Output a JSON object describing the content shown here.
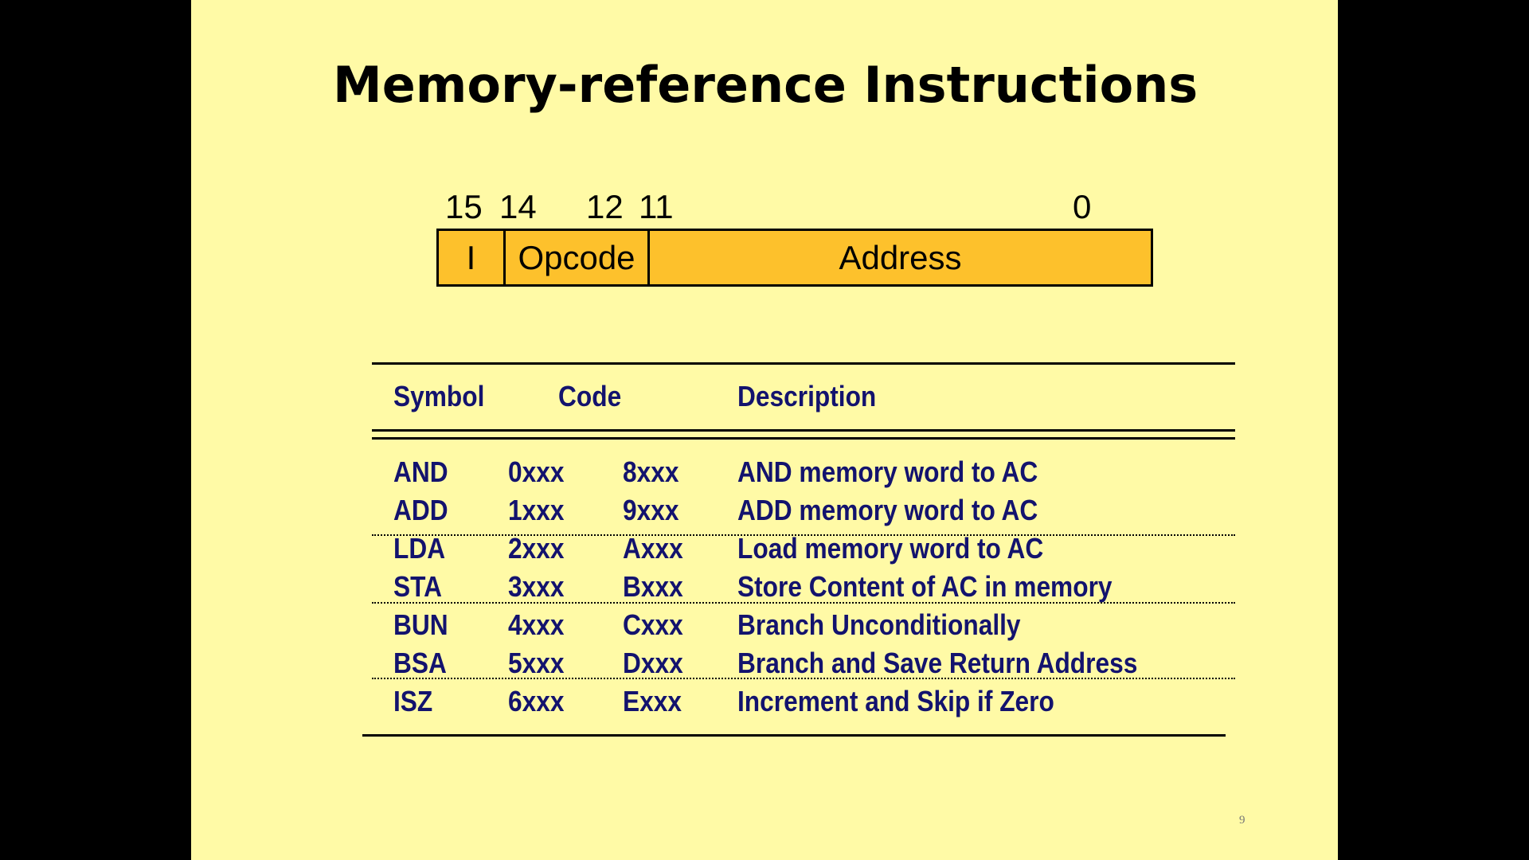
{
  "slide": {
    "title": "Memory-reference Instructions",
    "page_number": "9"
  },
  "instruction_format": {
    "bit_labels": [
      "15",
      "14",
      "12",
      "11",
      "0"
    ],
    "fields": {
      "indirect": "I",
      "opcode": "Opcode",
      "address": "Address"
    },
    "field_color": "#FDC12C"
  },
  "table": {
    "headers": {
      "symbol": "Symbol",
      "code": "Code",
      "description": "Description"
    },
    "rows": [
      {
        "symbol": "AND",
        "code_direct": "0xxx",
        "code_indirect": "8xxx",
        "description": "AND memory word to AC"
      },
      {
        "symbol": "ADD",
        "code_direct": "1xxx",
        "code_indirect": "9xxx",
        "description": "ADD memory word to AC"
      },
      {
        "symbol": "LDA",
        "code_direct": "2xxx",
        "code_indirect": "Axxx",
        "description": "Load memory word to AC"
      },
      {
        "symbol": "STA",
        "code_direct": "3xxx",
        "code_indirect": "Bxxx",
        "description": "Store Content of AC in memory"
      },
      {
        "symbol": "BUN",
        "code_direct": "4xxx",
        "code_indirect": "Cxxx",
        "description": "Branch Unconditionally"
      },
      {
        "symbol": "BSA",
        "code_direct": "5xxx",
        "code_indirect": "Dxxx",
        "description": "Branch and Save Return Address"
      },
      {
        "symbol": "ISZ",
        "code_direct": "6xxx",
        "code_indirect": "Exxx",
        "description": "Increment and Skip if Zero"
      }
    ],
    "text_color": "#13136E"
  },
  "colors": {
    "background": "#FFFAA6",
    "frame": "#000000"
  }
}
